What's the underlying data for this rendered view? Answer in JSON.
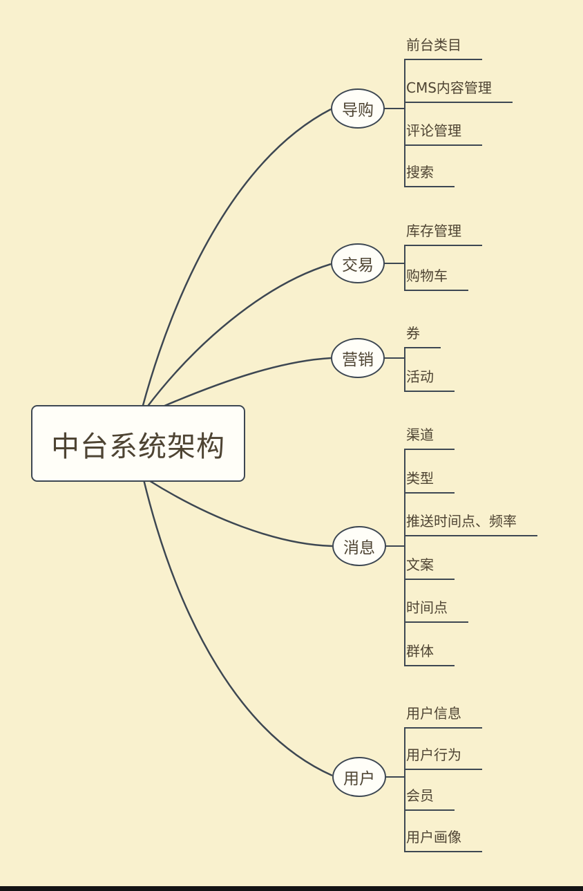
{
  "root": {
    "label": "中台系统架构"
  },
  "branches": [
    {
      "label": "导购",
      "children": [
        "前台类目",
        "CMS内容管理",
        "评论管理",
        "搜索"
      ]
    },
    {
      "label": "交易",
      "children": [
        "库存管理",
        "购物车"
      ]
    },
    {
      "label": "营销",
      "children": [
        "券",
        "活动"
      ]
    },
    {
      "label": "消息",
      "children": [
        "渠道",
        "类型",
        "推送时间点、频率",
        "文案",
        "时间点",
        "群体"
      ]
    },
    {
      "label": "用户",
      "children": [
        "用户信息",
        "用户行为",
        "会员",
        "用户画像"
      ]
    }
  ],
  "colors": {
    "background": "#f9f1ce",
    "line": "#3d4752",
    "node_fill": "#fffef8",
    "text": "#4e4433"
  }
}
